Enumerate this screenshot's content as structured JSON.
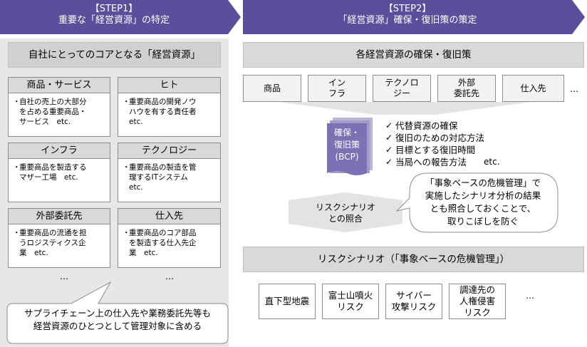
{
  "step1": {
    "label": "【STEP1】",
    "title": "重要な「経営資源」の特定",
    "header": "自社にとってのコアとなる「経営資源」",
    "resources": [
      {
        "title": "商品・サービス",
        "bullet": "・",
        "desc": "自社の売上の大部分\nを占める重要商品・\nサービス　etc."
      },
      {
        "title": "ヒト",
        "bullet": "・",
        "desc": "重要商品の開発ノウ\nハウを有する責任者\netc."
      },
      {
        "title": "インフラ",
        "bullet": "・",
        "desc": "重要商品を製造する\nマザー工場　etc."
      },
      {
        "title": "テクノロジー",
        "bullet": "・",
        "desc": "重要商品の製造を管\n理するITシステム\netc."
      },
      {
        "title": "外部委託先",
        "bullet": "・",
        "desc": "重要商品の流通を担\nうロジスティクス企\n業　etc."
      },
      {
        "title": "仕入先",
        "bullet": "・",
        "desc": "重要商品のコア部品\nを製造する仕入先企\n業　etc."
      }
    ],
    "ellipsis_left": "…",
    "ellipsis_right": "…",
    "callout": "サプライチェーン上の仕入先や業務委託先等も\n経営資源のひとつとして管理対象に含める"
  },
  "step2": {
    "label": "【STEP2】",
    "title": "「経営資源」確保・復旧策の策定",
    "header": "各経営資源の確保・復旧策",
    "categories": [
      "商品",
      "イン\nフラ",
      "テクノロ\nジー",
      "外部\n委託先",
      "仕入先"
    ],
    "categories_more": "…",
    "bcp_label": "確保・\n復旧策\n(BCP)",
    "checks": [
      "代替資源の確保",
      "復旧のための対応方法",
      "目標とする復旧時間",
      "当局への報告方法"
    ],
    "checks_etc": "etc.",
    "check_mark": "✓",
    "scenario_arrow_label": "リスクシナリオ\nとの照合",
    "callout": "「事象ベースの危機管理」で\n実施したシナリオ分析の結果\nとも照合しておくことで、\n取りこぼしを防ぐ",
    "risk_header": "リスクシナリオ（「事象ベースの危機管理」）",
    "risks": [
      "直下型地震",
      "富士山噴火\nリスク",
      "サイバー\n攻撃リスク",
      "調達先の\n人権侵害\nリスク"
    ],
    "risks_more": "…"
  },
  "colors": {
    "banner": "#5a4f9a",
    "panel": "#e7e7e7",
    "header_gray": "#d9d9d9"
  }
}
